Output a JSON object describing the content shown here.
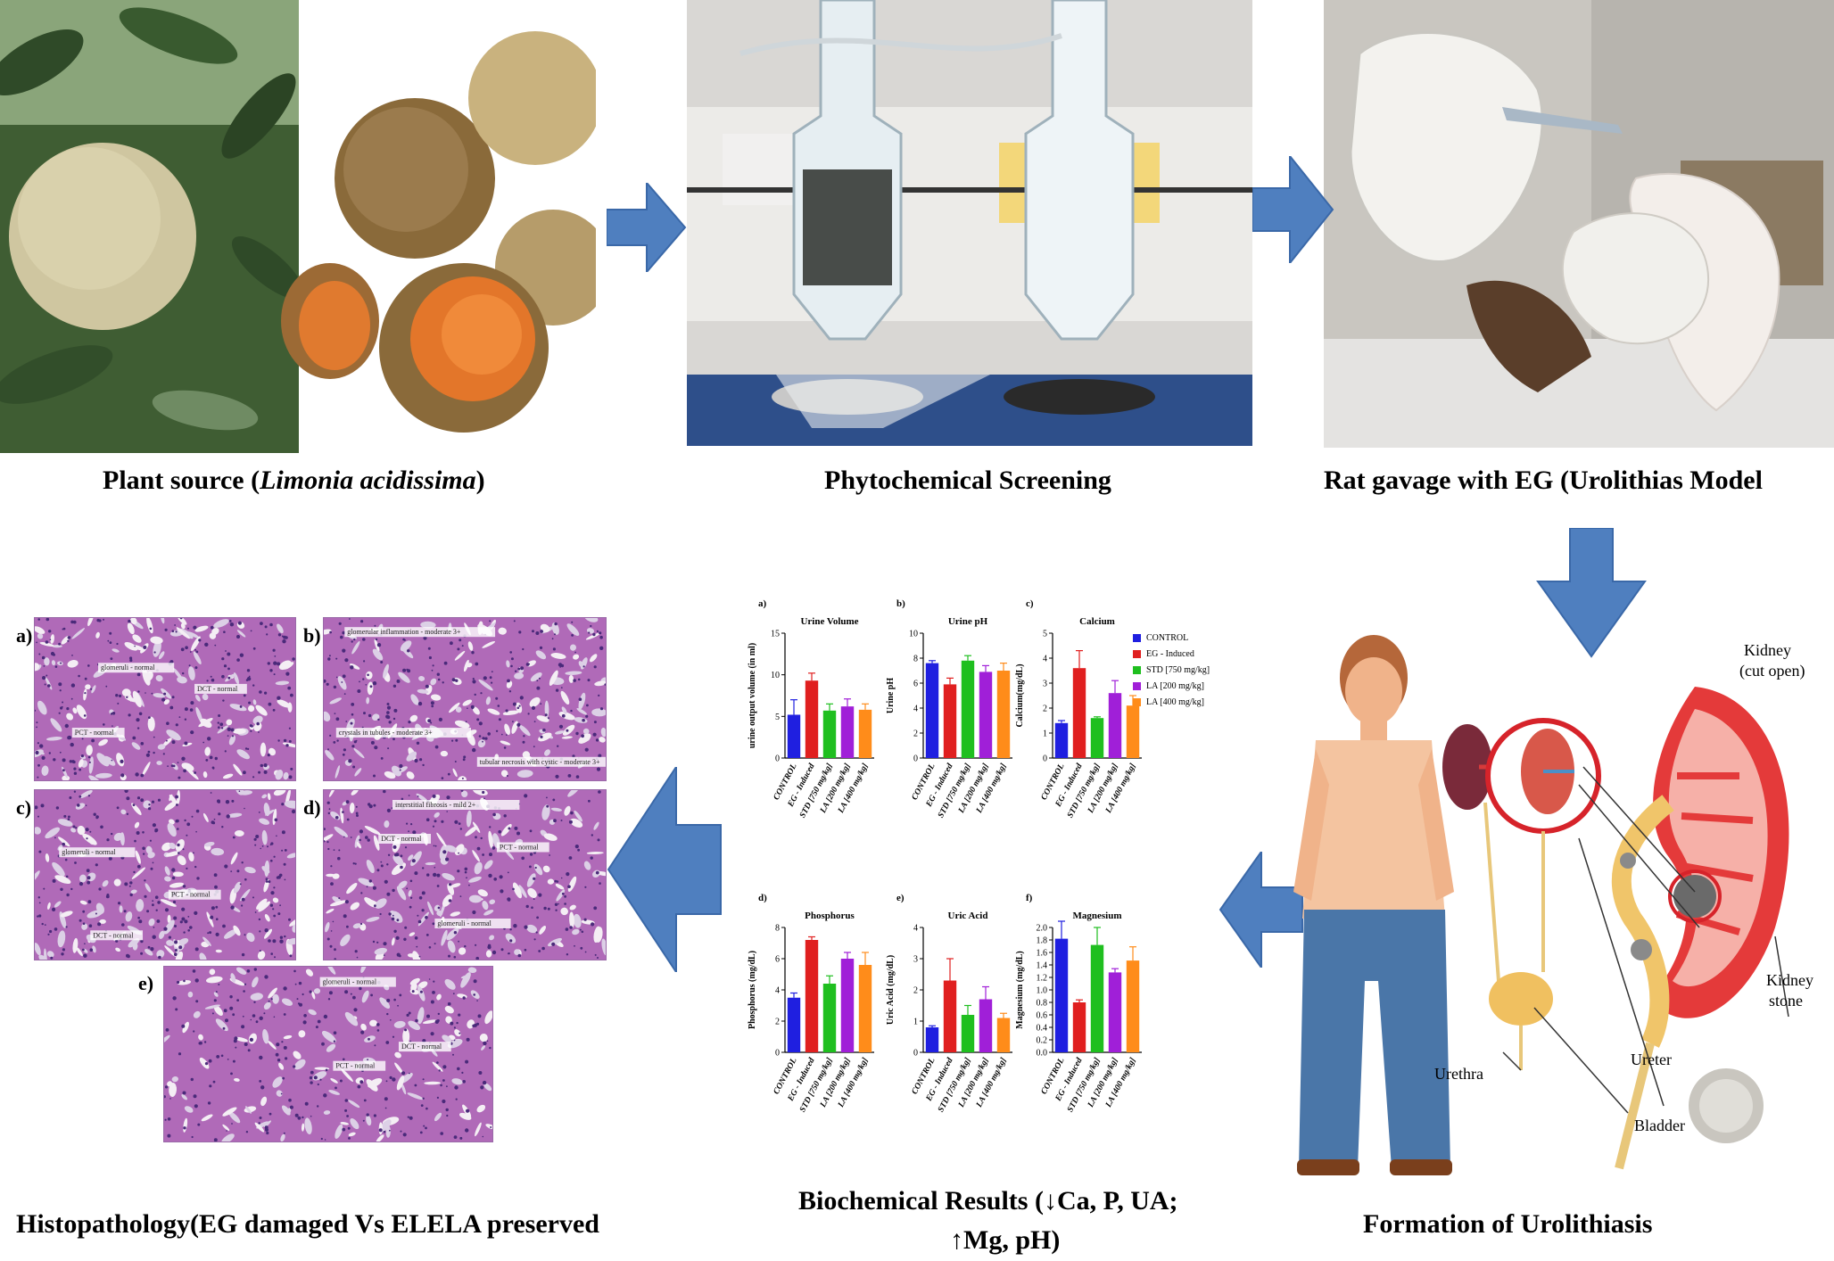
{
  "captions": {
    "plant_prefix": "Plant source (",
    "plant_italic": "Limonia acidissima",
    "plant_suffix": ")",
    "phytochem": "Phytochemical Screening",
    "rat": "Rat gavage with EG (Urolithias Model",
    "histo": "Histopathology(EG damaged Vs ELELA  preserved",
    "biochem_line1": "Biochemical Results (↓Ca, P, UA;",
    "biochem_line2": "↑Mg, pH)",
    "formation": "Formation of Urolithiasis"
  },
  "colors": {
    "arrow": "#4f7fbf",
    "arrow_edge": "#3a68a8",
    "control": "#1f1fe0",
    "eg": "#e01f1f",
    "std": "#1fbf1f",
    "la200": "#a01fd8",
    "la400": "#ff8c1a"
  },
  "kidney_labels": {
    "kidney": "Kidney",
    "cut_open": "(cut open)",
    "kidney_stone_1": "Kidney",
    "kidney_stone_2": "stone",
    "ureter": "Ureter",
    "urethra": "Urethra",
    "bladder": "Bladder"
  },
  "histo_panels": [
    {
      "label": "a)",
      "tags": [
        "glomeruli - normal",
        "PCT - normal",
        "DCT - normal"
      ]
    },
    {
      "label": "b)",
      "tags": [
        "glomerular inflammation - moderate 3+",
        "crystals in tubules - moderate 3+",
        "tubular necrosis with cystic - moderate 3+"
      ]
    },
    {
      "label": "c)",
      "tags": [
        "glomeruli - normal",
        "PCT - normal",
        "DCT - normal"
      ]
    },
    {
      "label": "d)",
      "tags": [
        "interstitial fibrosis - mild 2+",
        "DCT - normal",
        "PCT - normal",
        "glomeruli - normal"
      ]
    },
    {
      "label": "e)",
      "tags": [
        "glomeruli - normal",
        "DCT - normal",
        "PCT - normal"
      ]
    }
  ],
  "chart_data": [
    {
      "type": "bar",
      "panel": "a)",
      "title": "Urine Volume",
      "ylabel": "urine output volume (in ml)",
      "ylim": [
        0,
        15
      ],
      "yticks": [
        0,
        5,
        10,
        15
      ],
      "categories": [
        "CONTROL",
        "EG - Induced",
        "STD [750 mg/kg]",
        "LA [200 mg/kg]",
        "LA [400 mg/kg]"
      ],
      "values": [
        5.2,
        9.3,
        5.7,
        6.2,
        5.8
      ],
      "errors": [
        1.8,
        0.9,
        0.8,
        0.9,
        0.7
      ]
    },
    {
      "type": "bar",
      "panel": "b)",
      "title": "Urine pH",
      "ylabel": "Urine pH",
      "ylim": [
        0,
        10
      ],
      "yticks": [
        0,
        2,
        4,
        6,
        8,
        10
      ],
      "categories": [
        "CONTROL",
        "EG - Induced",
        "STD [750 mg/kg]",
        "LA [200 mg/kg]",
        "LA [400 mg/kg]"
      ],
      "values": [
        7.6,
        5.9,
        7.8,
        6.9,
        7.0
      ],
      "errors": [
        0.2,
        0.5,
        0.4,
        0.5,
        0.6
      ]
    },
    {
      "type": "bar",
      "panel": "c)",
      "title": "Calcium",
      "ylabel": "Calcium(mg/dL)",
      "ylim": [
        0,
        5
      ],
      "yticks": [
        0,
        1,
        2,
        3,
        4,
        5
      ],
      "categories": [
        "CONTROL",
        "EG - Induced",
        "STD [750 mg/kg]",
        "LA [200 mg/kg]",
        "LA [400 mg/kg]"
      ],
      "values": [
        1.4,
        3.6,
        1.6,
        2.6,
        2.1
      ],
      "errors": [
        0.1,
        0.7,
        0.05,
        0.5,
        0.4
      ]
    },
    {
      "type": "bar",
      "panel": "d)",
      "title": "Phosphorus",
      "ylabel": "Phosphorus (mg/dL)",
      "ylim": [
        0,
        8
      ],
      "yticks": [
        0,
        2,
        4,
        6,
        8
      ],
      "categories": [
        "CONTROL",
        "EG - Induced",
        "STD [750 mg/kg]",
        "LA [200 mg/kg]",
        "LA [400 mg/kg]"
      ],
      "values": [
        3.5,
        7.2,
        4.4,
        6.0,
        5.6
      ],
      "errors": [
        0.3,
        0.2,
        0.5,
        0.4,
        0.8
      ]
    },
    {
      "type": "bar",
      "panel": "e)",
      "title": "Uric Acid",
      "ylabel": "Uric Acid (mg/dL)",
      "ylim": [
        0,
        4
      ],
      "yticks": [
        0,
        1,
        2,
        3,
        4
      ],
      "categories": [
        "CONTROL",
        "EG - Induced",
        "STD [750 mg/kg]",
        "LA [200 mg/kg]",
        "LA [400 mg/kg]"
      ],
      "values": [
        0.8,
        2.3,
        1.2,
        1.7,
        1.1
      ],
      "errors": [
        0.05,
        0.7,
        0.3,
        0.4,
        0.15
      ]
    },
    {
      "type": "bar",
      "panel": "f)",
      "title": "Magnesium",
      "ylabel": "Magnesium (mg/dL)",
      "ylim": [
        0,
        2.0
      ],
      "yticks": [
        0.0,
        0.2,
        0.4,
        0.6,
        0.8,
        1.0,
        1.2,
        1.4,
        1.6,
        1.8,
        2.0
      ],
      "categories": [
        "CONTROL",
        "EG - Induced",
        "STD [750 mg/kg]",
        "LA [200 mg/kg]",
        "LA [400 mg/kg]"
      ],
      "values": [
        1.82,
        0.8,
        1.72,
        1.28,
        1.47
      ],
      "errors": [
        0.28,
        0.04,
        0.28,
        0.06,
        0.22
      ]
    }
  ],
  "legend": [
    "CONTROL",
    "EG - Induced",
    "STD [750 mg/kg]",
    "LA [200 mg/kg]",
    "LA [400 mg/kg]"
  ]
}
